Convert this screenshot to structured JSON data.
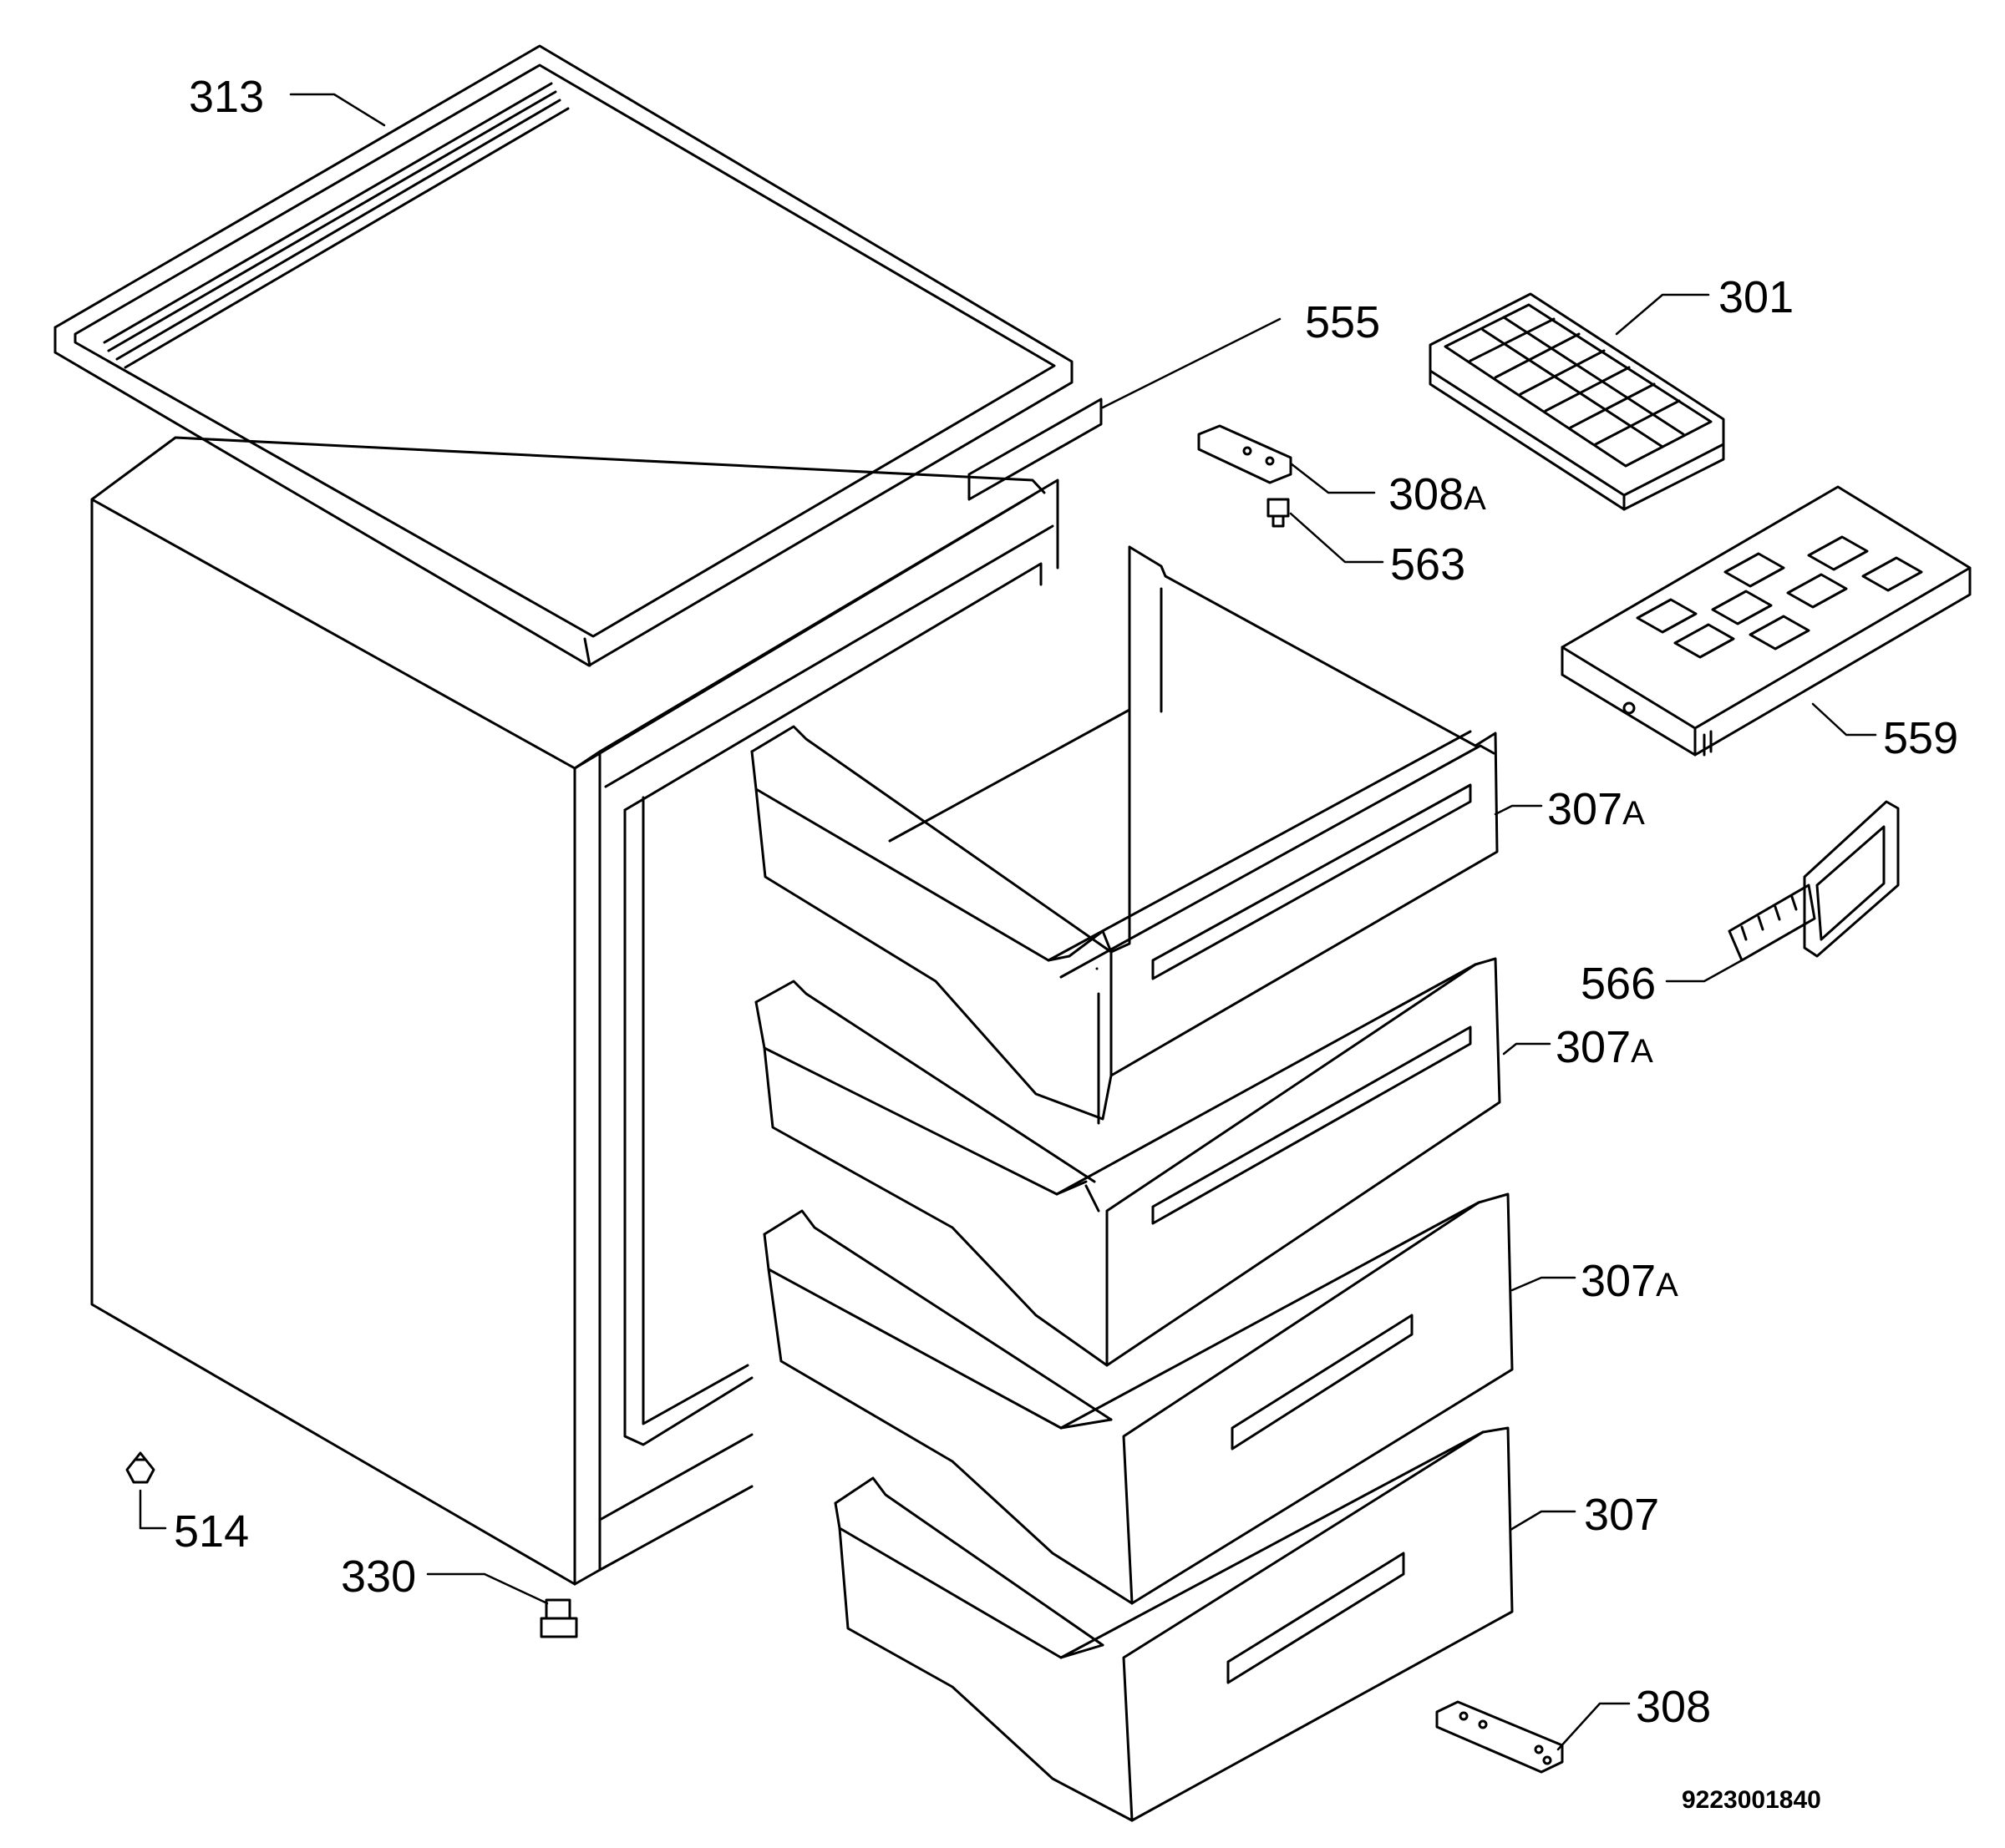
{
  "diagram": {
    "background": "#ffffff",
    "ink": "#000000",
    "labels": {
      "p313": "313",
      "p555": "555",
      "p301": "301",
      "p308a_num": "308",
      "p308a_suf": "A",
      "p563": "563",
      "p559": "559",
      "p307a_1_num": "307",
      "p307a_1_suf": "A",
      "p566": "566",
      "p307a_2_num": "307",
      "p307a_2_suf": "A",
      "p307a_3_num": "307",
      "p307a_3_suf": "A",
      "p307": "307",
      "p514": "514",
      "p330": "330",
      "p308": "308"
    },
    "document_number": "9223001840"
  }
}
